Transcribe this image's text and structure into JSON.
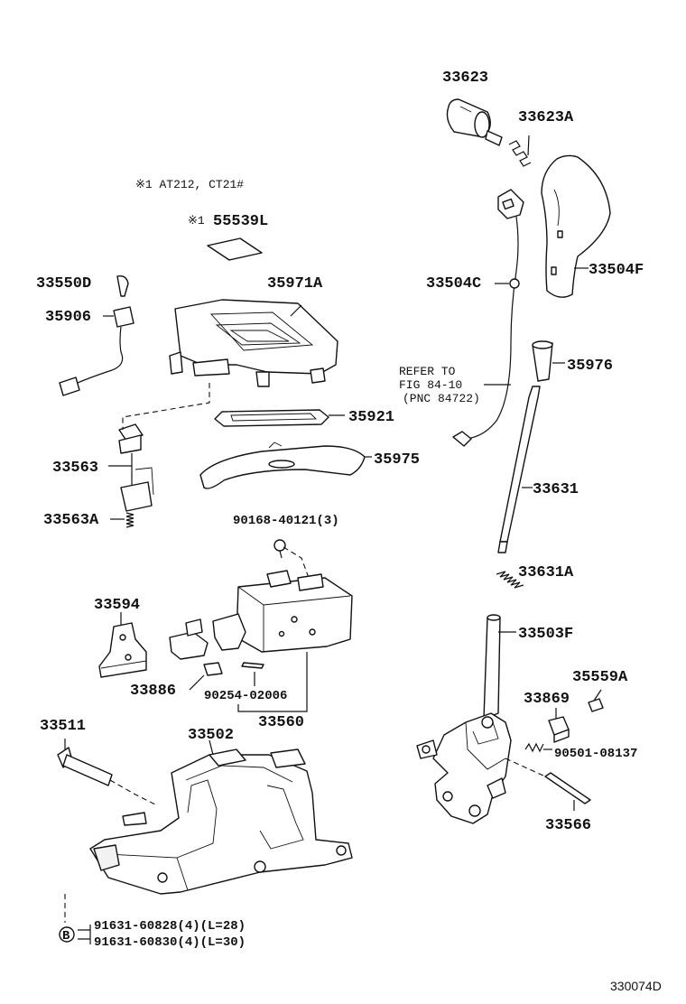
{
  "labels": {
    "p33623": "33623",
    "p33623A": "33623A",
    "note_at": "※1 AT212, CT21#",
    "p55539L_mark": "※1",
    "p55539L": "55539L",
    "p33550D": "33550D",
    "p35906": "35906",
    "p35971A": "35971A",
    "p33504C": "33504C",
    "p33504F": "33504F",
    "refer_1": "REFER TO",
    "refer_2": "FIG 84-10",
    "refer_3": "(PNC 84722)",
    "p35976": "35976",
    "p35921": "35921",
    "p35975": "35975",
    "p33563": "33563",
    "p33563A": "33563A",
    "p90168": "90168-40121(3)",
    "p33631": "33631",
    "p33631A": "33631A",
    "p33594": "33594",
    "p33503F": "33503F",
    "p35559A": "35559A",
    "p33886": "33886",
    "p90254": "90254-02006",
    "p33869": "33869",
    "p33560": "33560",
    "p33511": "33511",
    "p33502": "33502",
    "p90501": "90501-08137",
    "p33566": "33566",
    "b_mark": "B",
    "p91631a": "91631-60828(4)(L=28)",
    "p91631b": "91631-60830(4)(L=30)",
    "figure_code": "330074D"
  }
}
